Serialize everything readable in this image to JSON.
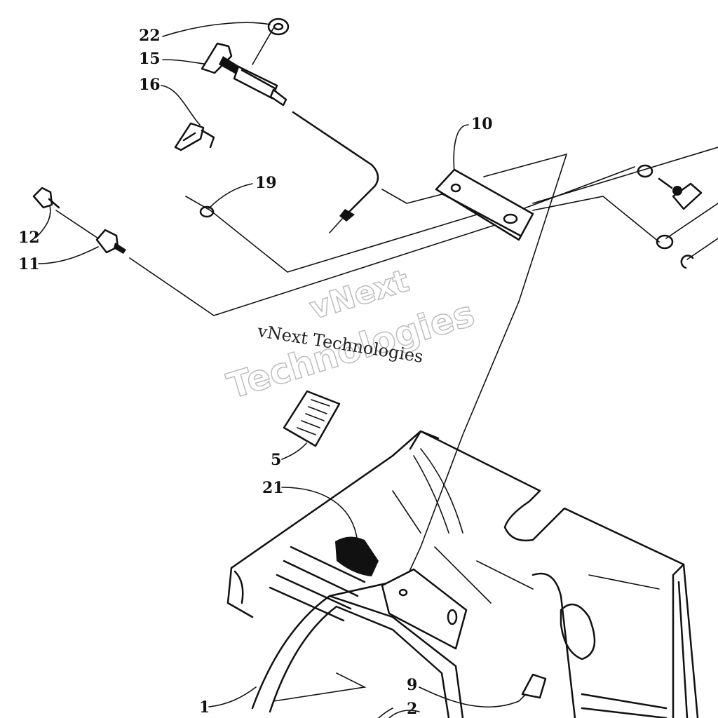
{
  "callouts": {
    "c22": "22",
    "c15": "15",
    "c16": "16",
    "c10": "10",
    "c19": "19",
    "c12": "12",
    "c11": "11",
    "c5": "5",
    "c21": "21",
    "c9": "9",
    "c1": "1",
    "c2": "2"
  },
  "watermark": {
    "small": "vNext Technologies",
    "big_line1": "vNext",
    "big_line2": "Technologies"
  }
}
